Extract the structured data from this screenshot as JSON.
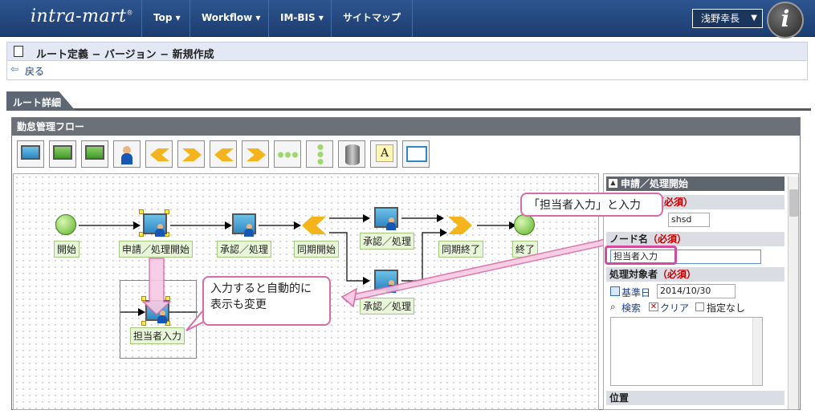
{
  "header": {
    "logo_text": "intra-mart",
    "nav": [
      {
        "label": "Top ▾"
      },
      {
        "label": "Workflow ▾"
      },
      {
        "label": "IM-BIS ▾"
      },
      {
        "label": "サイトマップ"
      }
    ],
    "user_name": "浅野幸長",
    "avatar_letter": "i"
  },
  "page": {
    "title": "ルート定義 − バージョン − 新規作成",
    "back_label": "戻る",
    "tab_label": "ルート詳細"
  },
  "flow": {
    "panel_title": "勤怠管理フロー",
    "toolbar_icons": [
      "monitor-person-icon",
      "monitor-search-icon",
      "monitor-icon",
      "person-icon",
      "branch-icon",
      "merge-icon",
      "branch-gray-icon",
      "merge-gray-icon",
      "dotted-line-icon",
      "vertical-dots-icon",
      "database-icon",
      "text-annotation-icon",
      "window-icon"
    ],
    "nodes": {
      "start": "開始",
      "apply": "申請／処理開始",
      "approve1": "承認／処理",
      "sync_start": "同期開始",
      "approve2": "承認／処理",
      "approve3": "承認／処理",
      "sync_end": "同期終了",
      "end": "終了",
      "new_node": "担当者入力"
    }
  },
  "properties": {
    "header": "申請／処理開始",
    "partial_field_value": "shsd",
    "node_name_label": "ノード名",
    "node_name_value": "担当者入力",
    "required_mark": "（必須）",
    "target_label": "処理対象者",
    "base_date_label": "基準日",
    "base_date_value": "2014/10/30",
    "search_label": "検索",
    "clear_label": "クリア",
    "unspecified_label": "指定なし",
    "position_label": "位置"
  },
  "callouts": {
    "a_line1": "入力すると自動的に",
    "a_line2": "表示も変更",
    "b_text": "「担当者入力」と入力"
  },
  "colors": {
    "topbar": "#1c3d70",
    "callout_border": "#d96ca8",
    "required": "#c00000",
    "node_label_bg": "#e8f5d8"
  }
}
